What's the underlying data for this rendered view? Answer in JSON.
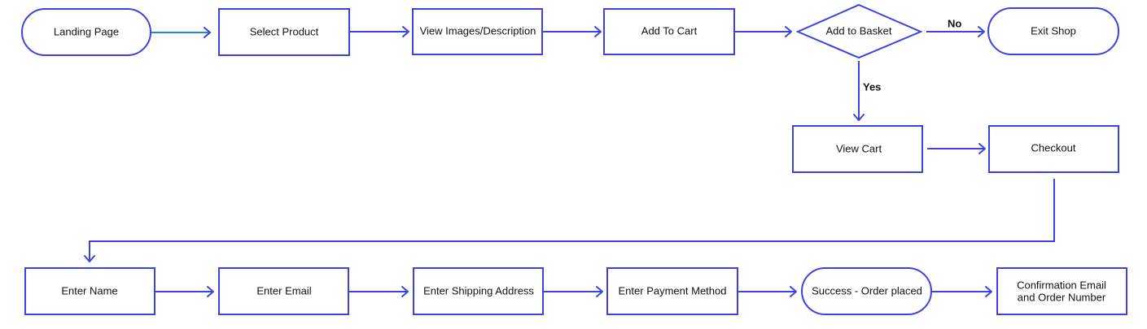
{
  "nodes": {
    "landing_page": "Landing Page",
    "select_product": "Select Product",
    "view_images": "View Images/Description",
    "add_to_cart": "Add To Cart",
    "add_to_basket": "Add to Basket",
    "exit_shop": "Exit Shop",
    "view_cart": "View Cart",
    "checkout": "Checkout",
    "enter_name": "Enter Name",
    "enter_email": "Enter Email",
    "enter_shipping": "Enter Shipping Address",
    "enter_payment": "Enter Payment Method",
    "success": "Success - Order placed",
    "confirmation_line1": "Confirmation Email",
    "confirmation_line2": "and Order Number"
  },
  "edges": {
    "no": "No",
    "yes": "Yes"
  },
  "colors": {
    "stroke": "#3b43e0",
    "first_edge": "#1e88e5"
  }
}
